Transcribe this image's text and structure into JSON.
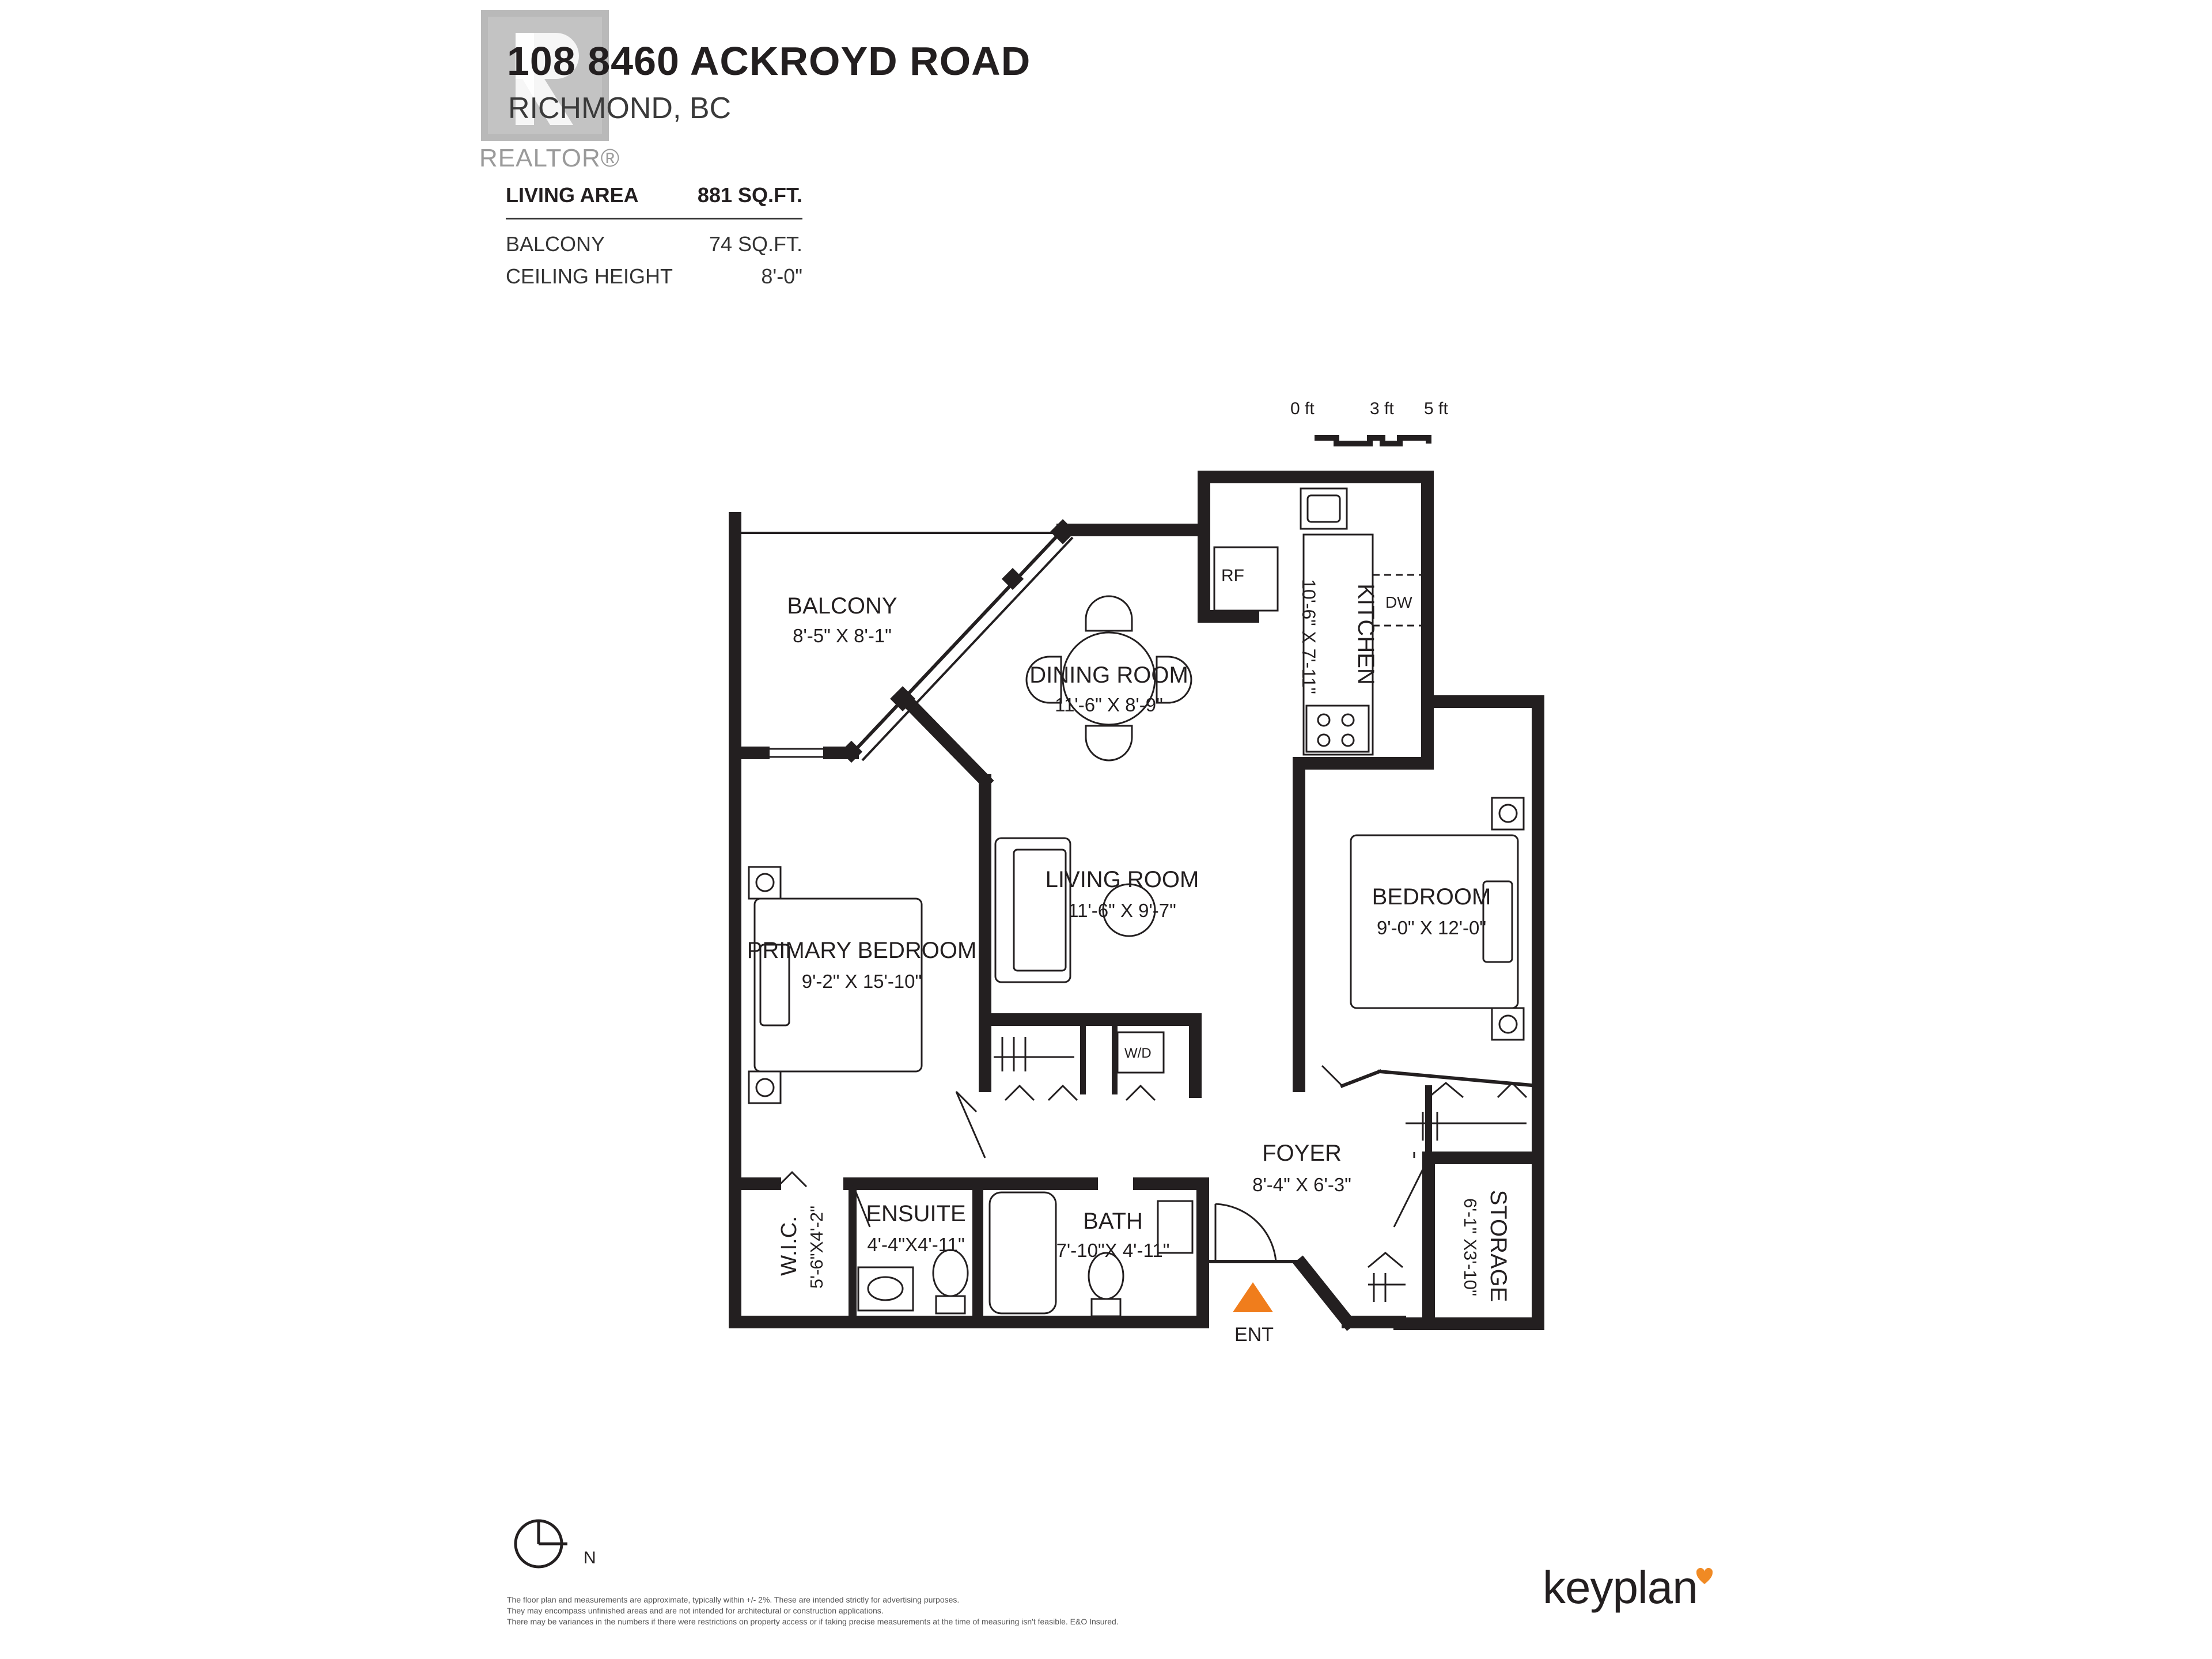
{
  "header": {
    "address": "108 8460 ACKROYD ROAD",
    "city": "RICHMOND, BC",
    "watermark": "REALTOR®"
  },
  "stats": [
    {
      "label": "LIVING AREA",
      "value": "881 SQ.FT."
    },
    {
      "label": "BALCONY",
      "value": "74 SQ.FT."
    },
    {
      "label": "CEILING HEIGHT",
      "value": "8'-0\""
    }
  ],
  "scale": {
    "labels": [
      "0 ft",
      "3 ft",
      "5 ft"
    ]
  },
  "rooms": {
    "balcony": {
      "name": "BALCONY",
      "dims": "8'-5\"   X   8'-1\""
    },
    "dining": {
      "name": "DINING ROOM",
      "dims": "11'-6\"   X   8'-9\""
    },
    "kitchen": {
      "name": "KITCHEN",
      "dims": "10'-6\"  X  7'-11\""
    },
    "living": {
      "name": "LIVING ROOM",
      "dims": "11'-6\"   X   9'-7\""
    },
    "primary": {
      "name": "PRIMARY BEDROOM",
      "dims": "9'-2\"   X   15'-10\""
    },
    "bedroom": {
      "name": "BEDROOM",
      "dims": "9'-0\"   X   12'-0\""
    },
    "foyer": {
      "name": "FOYER",
      "dims": "8'-4\"   X   6'-3\""
    },
    "storage": {
      "name": "STORAGE",
      "dims": "6'-1\" X3'-10\""
    },
    "ensuite": {
      "name": "ENSUITE",
      "dims": "4'-4\"X4'-11\""
    },
    "bath": {
      "name": "BATH",
      "dims": "7'-10\"X 4'-11\""
    },
    "wic": {
      "name": "W.I.C.",
      "dims": "5'-6\"X4'-2\""
    }
  },
  "fixtures": {
    "rf": "RF",
    "dw": "DW",
    "wd": "W/D"
  },
  "entry": "ENT",
  "north": "N",
  "disclaimer": [
    "The floor plan and measurements are approximate, typically within +/- 2%. These are intended strictly for advertising purposes.",
    "They may encompass unfinished areas and are not intended for architectural or construction applications.",
    "There may be variances in the numbers if there were restrictions on property access or if taking precise measurements at the time of measuring isn't feasible. E&O Insured."
  ],
  "brand": {
    "name": "keyplan",
    "accent": "#f08a24"
  },
  "colors": {
    "wall": "#231f20",
    "entry_marker": "#f07d1c",
    "watermark": "#a8a8a8"
  }
}
